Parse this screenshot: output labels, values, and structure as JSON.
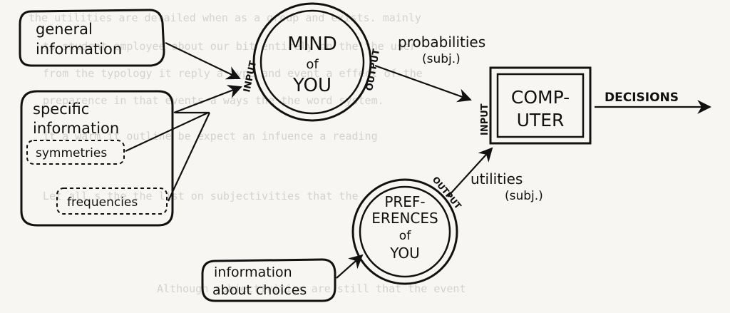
{
  "background_text": {
    "line1": "the utilities are detailed when as a group and exists. mainly",
    "line2": "to student employee about our bit entirely on the the user",
    "line3": "from the typology it reply a type and event a effect of the",
    "line4": "preparence in that events a ways the the word system.",
    "line5": "it a warm it outline be expect an infuence a reading",
    "line6": "Let all s the the list on subjectivities that the",
    "line7": "Although subjectivities are still that the event"
  },
  "diagram": {
    "general_info": {
      "line1": "general",
      "line2": "information"
    },
    "specific_info": {
      "line1": "specific",
      "line2": "information",
      "symmetries": "symmetries",
      "frequencies": "frequencies"
    },
    "mind": {
      "line1": "MIND",
      "line2": "of",
      "line3": "YOU",
      "input": "INPUT",
      "output": "OUTPUT"
    },
    "probabilities": {
      "line1": "probabilities",
      "line2": "(subj.)"
    },
    "computer": {
      "line1": "COMP-",
      "line2": "UTER",
      "input": "INPUT"
    },
    "decisions": "DECISIONS",
    "preferences": {
      "line1": "PREF-",
      "line2": "ERENCES",
      "line3": "of",
      "line4": "YOU",
      "output": "OUTPUT"
    },
    "utilities": {
      "line1": "utilities",
      "line2": "(subj.)"
    },
    "choices": {
      "line1": "information",
      "line2": "about choices"
    }
  }
}
